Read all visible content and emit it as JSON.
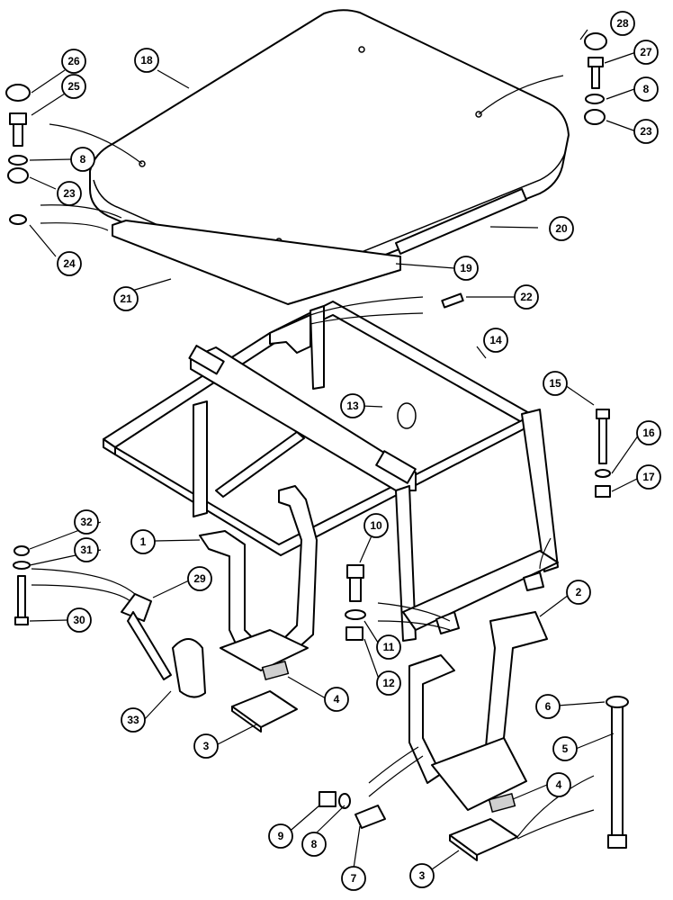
{
  "diagram": {
    "callouts": [
      {
        "id": "c1",
        "label": "1"
      },
      {
        "id": "c2",
        "label": "2"
      },
      {
        "id": "c3a",
        "label": "3"
      },
      {
        "id": "c3b",
        "label": "3"
      },
      {
        "id": "c4a",
        "label": "4"
      },
      {
        "id": "c4b",
        "label": "4"
      },
      {
        "id": "c5",
        "label": "5"
      },
      {
        "id": "c6",
        "label": "6"
      },
      {
        "id": "c7",
        "label": "7"
      },
      {
        "id": "c8a",
        "label": "8"
      },
      {
        "id": "c8b",
        "label": "8"
      },
      {
        "id": "c8c",
        "label": "8"
      },
      {
        "id": "c9",
        "label": "9"
      },
      {
        "id": "c10",
        "label": "10"
      },
      {
        "id": "c11",
        "label": "11"
      },
      {
        "id": "c12",
        "label": "12"
      },
      {
        "id": "c13",
        "label": "13"
      },
      {
        "id": "c14",
        "label": "14"
      },
      {
        "id": "c15",
        "label": "15"
      },
      {
        "id": "c16",
        "label": "16"
      },
      {
        "id": "c17",
        "label": "17"
      },
      {
        "id": "c18",
        "label": "18"
      },
      {
        "id": "c19",
        "label": "19"
      },
      {
        "id": "c20",
        "label": "20"
      },
      {
        "id": "c21",
        "label": "21"
      },
      {
        "id": "c22",
        "label": "22"
      },
      {
        "id": "c23a",
        "label": "23"
      },
      {
        "id": "c23b",
        "label": "23"
      },
      {
        "id": "c24",
        "label": "24"
      },
      {
        "id": "c25",
        "label": "25"
      },
      {
        "id": "c26",
        "label": "26"
      },
      {
        "id": "c27",
        "label": "27"
      },
      {
        "id": "c28",
        "label": "28"
      },
      {
        "id": "c29",
        "label": "29"
      },
      {
        "id": "c30",
        "label": "30"
      },
      {
        "id": "c31",
        "label": "31"
      },
      {
        "id": "c32",
        "label": "32"
      },
      {
        "id": "c33",
        "label": "33"
      }
    ]
  }
}
